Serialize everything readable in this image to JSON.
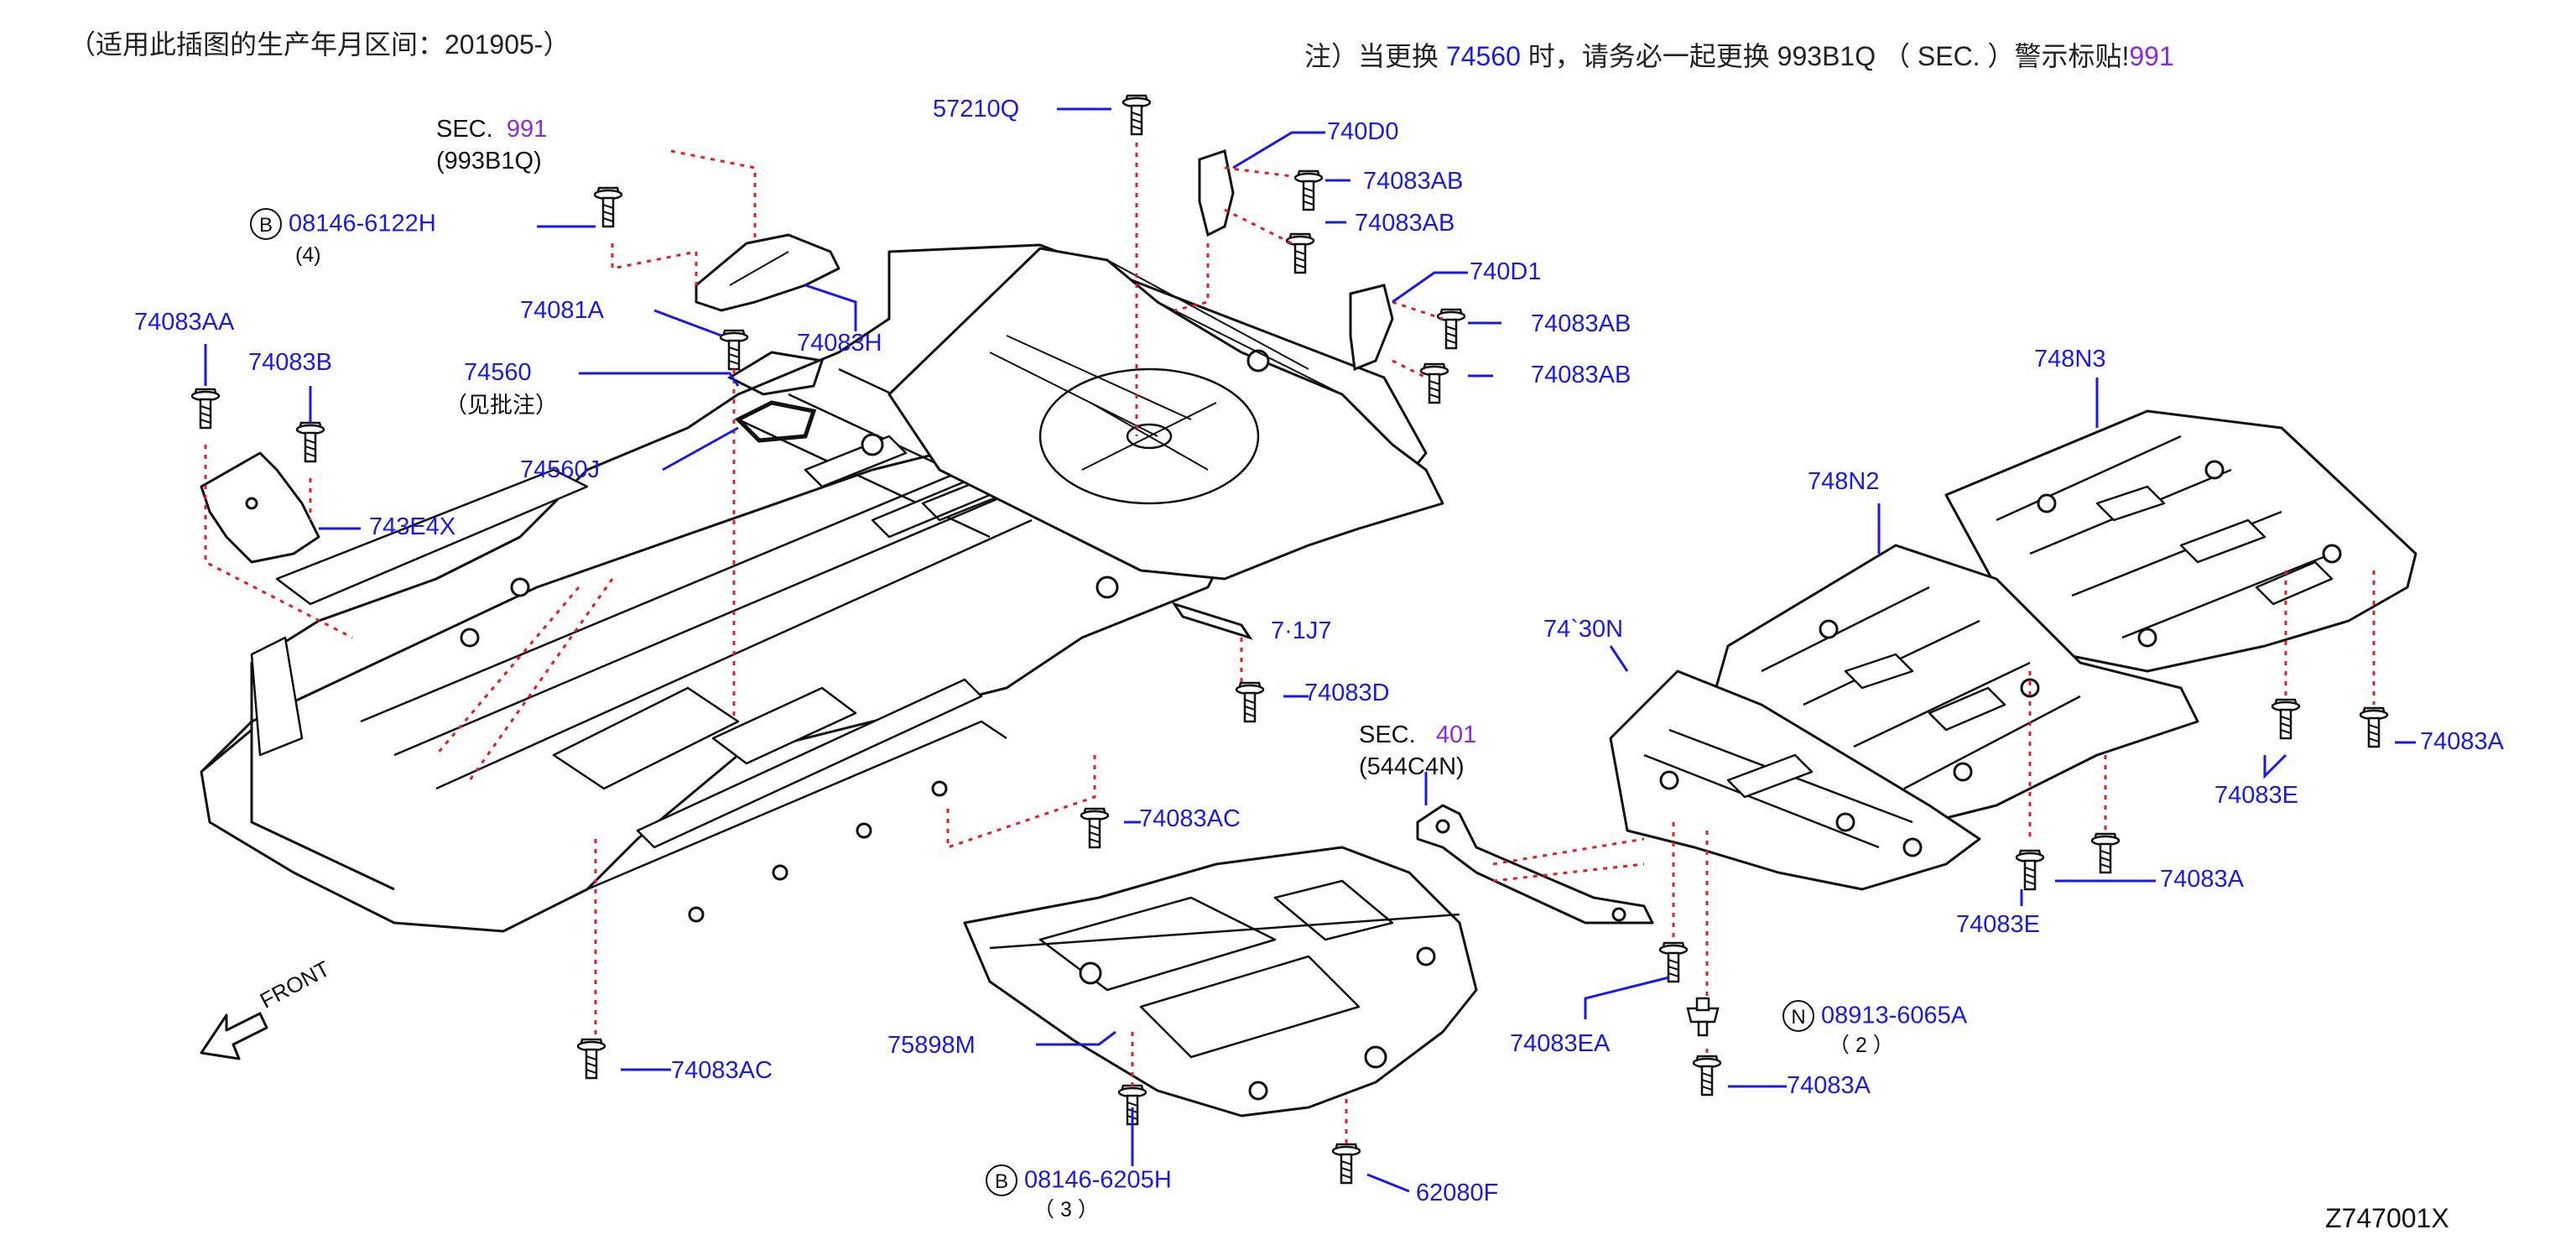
{
  "header": {
    "date_note": "（适用此插图的生产年月区间：201905-）",
    "replace_note_prefix": "注）当更换",
    "replace_note_part": "74560",
    "replace_note_middle": "时，请务必一起更换 993B1Q （ SEC. ）警示标贴!",
    "replace_note_sec": "991"
  },
  "labels": {
    "sec991": {
      "sec": "SEC.",
      "ref": "991",
      "sub": "(993B1Q)"
    },
    "b08146_6122H": {
      "badge": "B",
      "part": "08146-6122H",
      "qty": "(4)"
    },
    "p74083AA": "74083AA",
    "p74083B": "74083B",
    "p743E4X": "743E4X",
    "p74081A": "74081A",
    "p74083H": "74083H",
    "p74560": {
      "part": "74560",
      "sub": "（见批注）"
    },
    "p74560J": "74560J",
    "p57210Q": "57210Q",
    "p740D0": "740D0",
    "p74083AB_1": "74083AB",
    "p74083AB_2": "74083AB",
    "p740D1": "740D1",
    "p74083AB_3": "74083AB",
    "p74083AB_4": "74083AB",
    "p748N3": "748N3",
    "p748N2": "748N2",
    "p74083D": "74083D",
    "sec401": {
      "sec": "SEC.",
      "ref": "401",
      "sub": "(544C4N)"
    },
    "p74083AC_1": "74083AC",
    "p74083AC_2": "74083AC",
    "p75898M": "75898M",
    "b08146_6205H": {
      "badge": "B",
      "part": "08146-6205H",
      "qty": "（ 3 ）"
    },
    "p62080F": "62080F",
    "p74083EA": "74083EA",
    "n08913_6065A": {
      "badge": "N",
      "part": "08913-6065A",
      "qty": "（ 2 ）"
    },
    "p74083A_1": "74083A",
    "p74083A_2": "74083A",
    "p74083A_3": "74083A",
    "p74083E_1": "74083E",
    "p74083E_2": "74083E",
    "partial_1": "7·1J7",
    "partial_2": "74`30N",
    "front": "FRONT"
  },
  "footer": {
    "code": "Z747001X"
  },
  "colors": {
    "leader": "#1a1ae6",
    "dotted": "#e02020",
    "drawing": "#111111",
    "sec_ref": "#8a2be2"
  }
}
